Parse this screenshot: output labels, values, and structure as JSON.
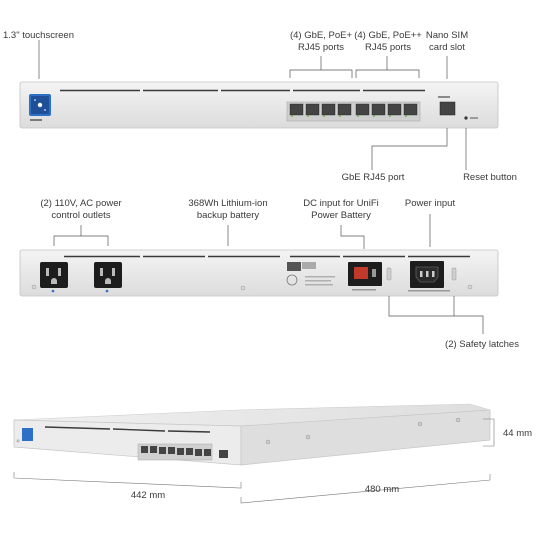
{
  "front_labels": {
    "touchscreen": "1.3\" touchscreen",
    "poe_plus_1": "(4) GbE, PoE+",
    "poe_plus_2": "RJ45 ports",
    "poe_pp_1": "(4) GbE, PoE++",
    "poe_pp_2": "RJ45 ports",
    "sim_1": "Nano SIM",
    "sim_2": "card slot",
    "gbe": "GbE RJ45 port",
    "reset": "Reset button"
  },
  "rear_labels": {
    "outlets_1": "(2) 110V, AC power",
    "outlets_2": "control outlets",
    "battery_1": "368Wh Lithium-ion",
    "battery_2": "backup battery",
    "dc_1": "DC input for UniFi",
    "dc_2": "Power Battery",
    "power": "Power input",
    "latches": "(2) Safety latches"
  },
  "dimensions": {
    "width": "442 mm",
    "depth": "480 mm",
    "height": "44 mm"
  },
  "colors": {
    "chassis": "#e9e9e9",
    "chassis_edge": "#c6c6c6",
    "callout_line": "#555555",
    "screen_blue": "#2d6fc7"
  }
}
